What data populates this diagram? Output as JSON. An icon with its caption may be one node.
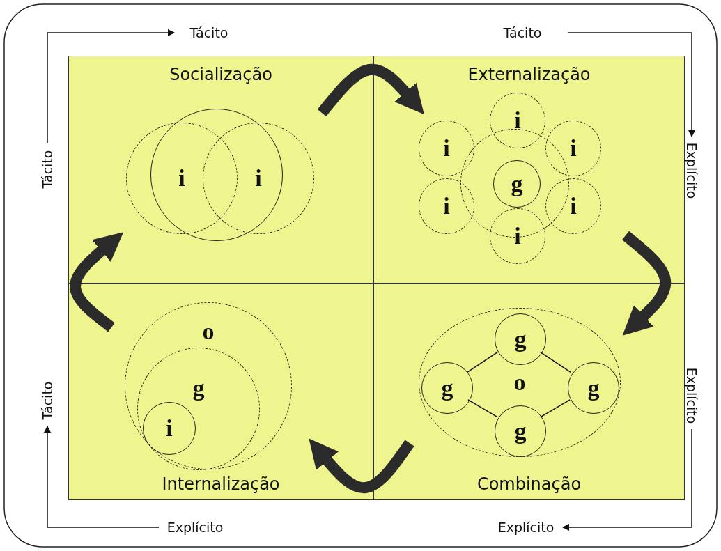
{
  "diagram": {
    "nodes": [
      {
        "text": [
          "Socialização"
        ]
      },
      {
        "text": [
          "Externalização"
        ]
      },
      {
        "text": [
          "Internalização"
        ]
      },
      {
        "text": [
          "Combinação"
        ]
      },
      {
        "text": [],
        "shape": "circle",
        "in": 0
      },
      {
        "text": [
          "i"
        ],
        "in": 0
      },
      {
        "text": [
          "i"
        ],
        "in": 0
      },
      {
        "text": [],
        "shape": "circle",
        "in": 1
      },
      {
        "text": [
          "g"
        ],
        "in": 7
      },
      {
        "text": [
          "i"
        ],
        "in": 1
      },
      {
        "text": [
          "i"
        ],
        "in": 1
      },
      {
        "text": [
          "i"
        ],
        "in": 1
      },
      {
        "text": [
          "i"
        ],
        "in": 1
      },
      {
        "text": [
          "i"
        ],
        "in": 1
      },
      {
        "text": [
          "i"
        ],
        "in": 1
      },
      {
        "text": [
          "o"
        ],
        "in": 2
      },
      {
        "text": [
          "g"
        ],
        "in": 15
      },
      {
        "text": [
          "i"
        ],
        "in": 16
      },
      {
        "text": [
          "o"
        ],
        "in": 3
      },
      {
        "text": [
          "g"
        ],
        "in": 18
      },
      {
        "text": [
          "g"
        ],
        "in": 18
      },
      {
        "text": [
          "g"
        ],
        "in": 18
      },
      {
        "text": [
          "g"
        ],
        "in": 18
      },
      {
        "text": [
          "Tácito"
        ]
      },
      {
        "text": [
          "Tácito"
        ]
      },
      {
        "text": [
          "Explícito"
        ]
      },
      {
        "text": [
          "Explícito"
        ]
      },
      {
        "text": [
          "Explícito"
        ]
      },
      {
        "text": [
          "Explícito"
        ]
      },
      {
        "text": [
          "Tácito"
        ]
      },
      {
        "text": [
          "Tácito"
        ]
      }
    ],
    "edges": [
      {
        "from": 20,
        "to": 19,
        "arrow": "none"
      },
      {
        "from": 19,
        "to": 21,
        "arrow": "none"
      },
      {
        "from": 20,
        "to": 22,
        "arrow": "none"
      },
      {
        "from": 22,
        "to": 21,
        "arrow": "none"
      },
      {
        "from": 30,
        "to": 23,
        "arrow": "to"
      },
      {
        "from": 24,
        "to": 25,
        "arrow": "to"
      },
      {
        "from": 26,
        "to": 27,
        "arrow": "to"
      },
      {
        "from": 28,
        "to": 29,
        "arrow": "to"
      }
    ]
  }
}
